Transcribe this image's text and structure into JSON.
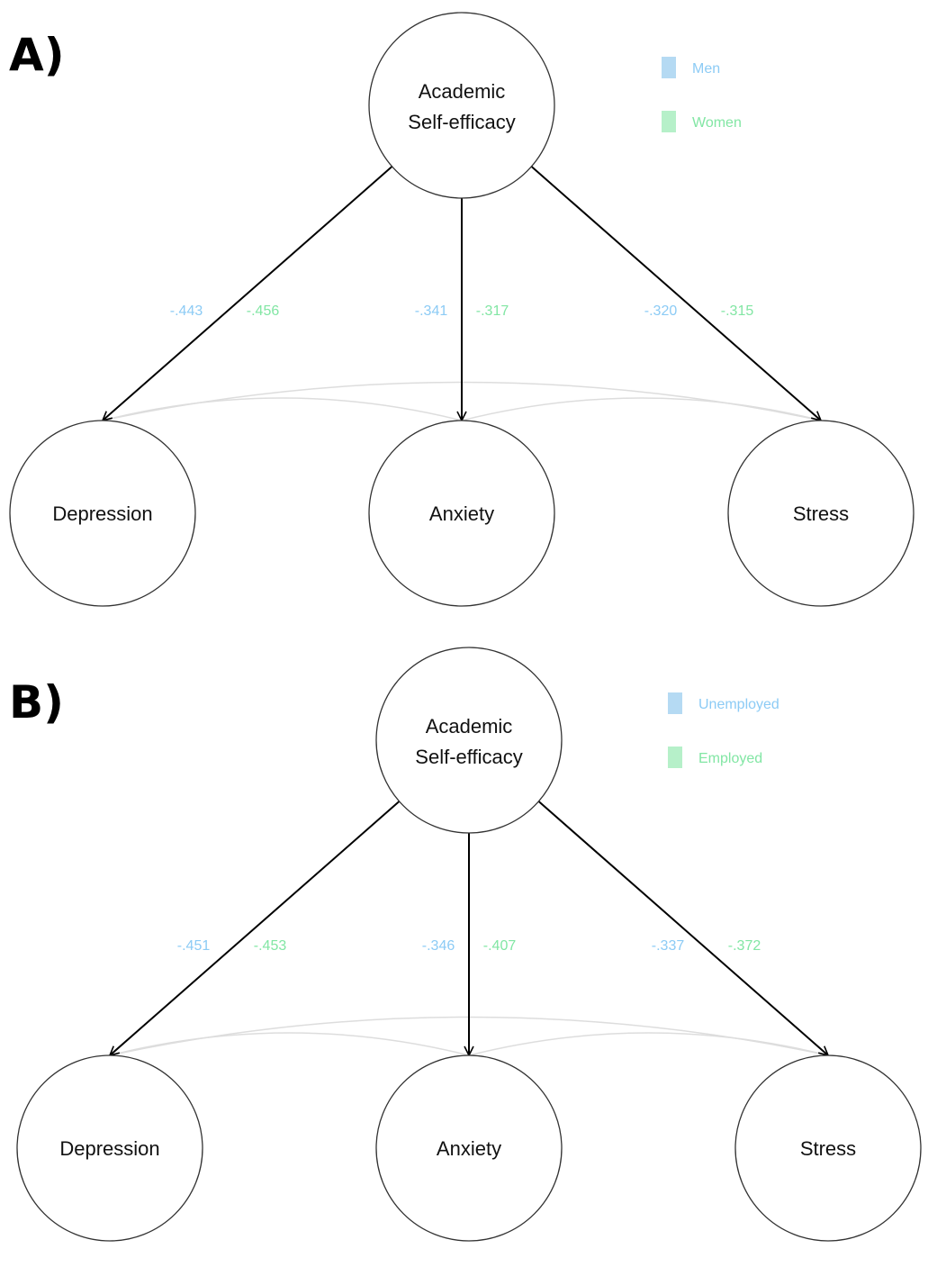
{
  "colors": {
    "group1": "#8ccbf5",
    "group1_box": "#b5daf3",
    "group2": "#82e6a4",
    "group2_box": "#b6f0c9",
    "covariance": "#dddddd",
    "path": "#000000"
  },
  "panels": [
    {
      "letter": "A)",
      "predictor": {
        "line1": "Academic",
        "line2": "Self-efficacy"
      },
      "outcomes": [
        "Depression",
        "Anxiety",
        "Stress"
      ],
      "legend": [
        "Men",
        "Women"
      ],
      "coefficients": [
        {
          "outcome": "Depression",
          "group1": "-.443",
          "group2": "-.456"
        },
        {
          "outcome": "Anxiety",
          "group1": "-.341",
          "group2": "-.317"
        },
        {
          "outcome": "Stress",
          "group1": "-.320",
          "group2": "-.315"
        }
      ]
    },
    {
      "letter": "B)",
      "predictor": {
        "line1": "Academic",
        "line2": "Self-efficacy"
      },
      "outcomes": [
        "Depression",
        "Anxiety",
        "Stress"
      ],
      "legend": [
        "Unemployed",
        "Employed"
      ],
      "coefficients": [
        {
          "outcome": "Depression",
          "group1": "-.451",
          "group2": "-.453"
        },
        {
          "outcome": "Anxiety",
          "group1": "-.346",
          "group2": "-.407"
        },
        {
          "outcome": "Stress",
          "group1": "-.337",
          "group2": "-.372"
        }
      ]
    }
  ]
}
